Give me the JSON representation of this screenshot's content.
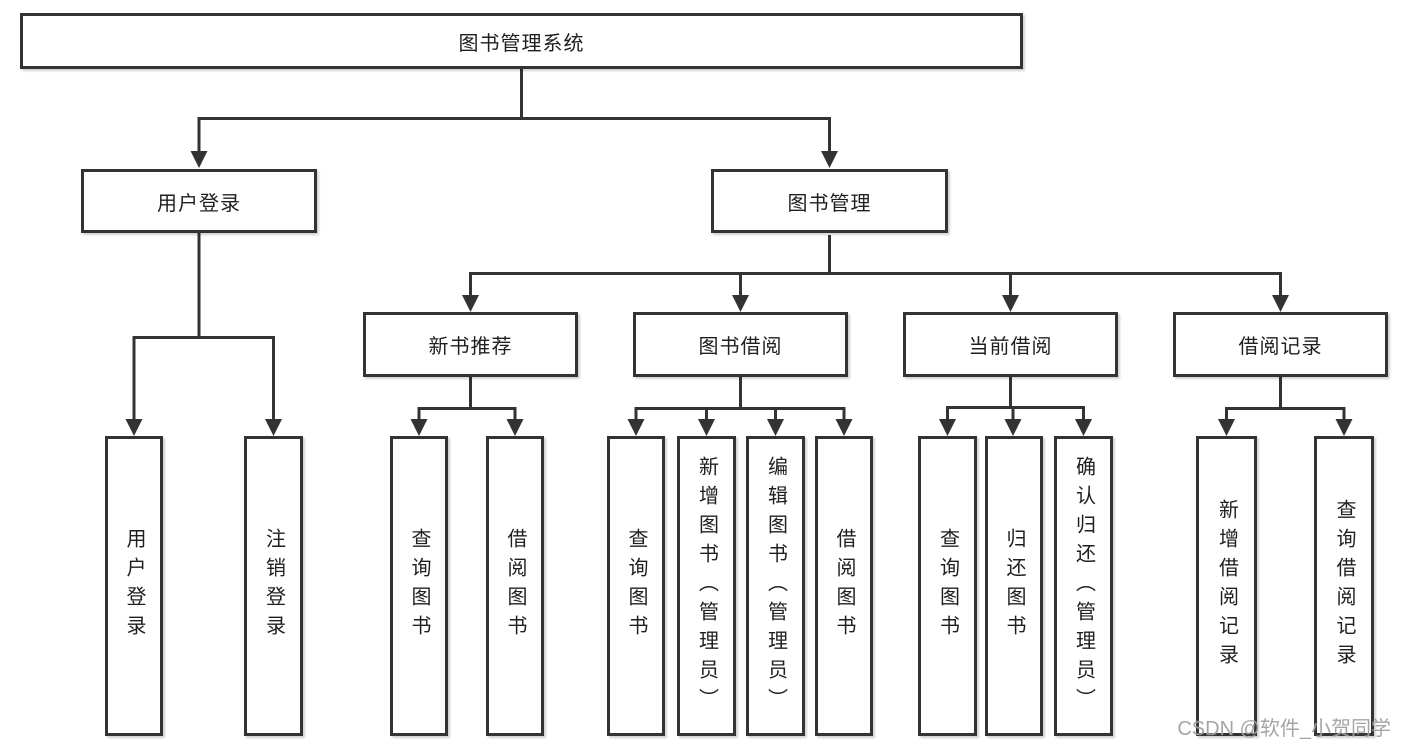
{
  "diagram": {
    "title": "图书管理系统",
    "colors": {
      "line": "#333333",
      "box_background": "#ffffff",
      "text": "#1f1f1f",
      "watermark": "#9e9e9e"
    },
    "nodes": {
      "root": {
        "label": "图书管理系统"
      },
      "user_login": {
        "label": "用户登录"
      },
      "book_mgmt": {
        "label": "图书管理"
      },
      "new_book_rec": {
        "label": "新书推荐"
      },
      "book_borrow": {
        "label": "图书借阅"
      },
      "current_borrow": {
        "label": "当前借阅"
      },
      "borrow_records": {
        "label": "借阅记录"
      },
      "leaf_user_login": {
        "label": "用户登录"
      },
      "leaf_logout": {
        "label": "注销登录"
      },
      "leaf_nb_query": {
        "label": "查询图书"
      },
      "leaf_nb_borrow": {
        "label": "借阅图书"
      },
      "leaf_bb_query": {
        "label": "查询图书"
      },
      "leaf_bb_add": {
        "label": "新增图书（管理员）"
      },
      "leaf_bb_edit": {
        "label": "编辑图书（管理员）"
      },
      "leaf_bb_borrow": {
        "label": "借阅图书"
      },
      "leaf_cb_query": {
        "label": "查询图书"
      },
      "leaf_cb_return": {
        "label": "归还图书"
      },
      "leaf_cb_confirm": {
        "label": "确认归还（管理员）"
      },
      "leaf_br_add": {
        "label": "新增借阅记录"
      },
      "leaf_br_query": {
        "label": "查询借阅记录"
      }
    },
    "hierarchy": {
      "图书管理系统": {
        "用户登录": [
          "用户登录",
          "注销登录"
        ],
        "图书管理": {
          "新书推荐": [
            "查询图书",
            "借阅图书"
          ],
          "图书借阅": [
            "查询图书",
            "新增图书（管理员）",
            "编辑图书（管理员）",
            "借阅图书"
          ],
          "当前借阅": [
            "查询图书",
            "归还图书",
            "确认归还（管理员）"
          ],
          "借阅记录": [
            "新增借阅记录",
            "查询借阅记录"
          ]
        }
      }
    }
  },
  "watermark": {
    "text": "CSDN @软件_小贺同学"
  }
}
